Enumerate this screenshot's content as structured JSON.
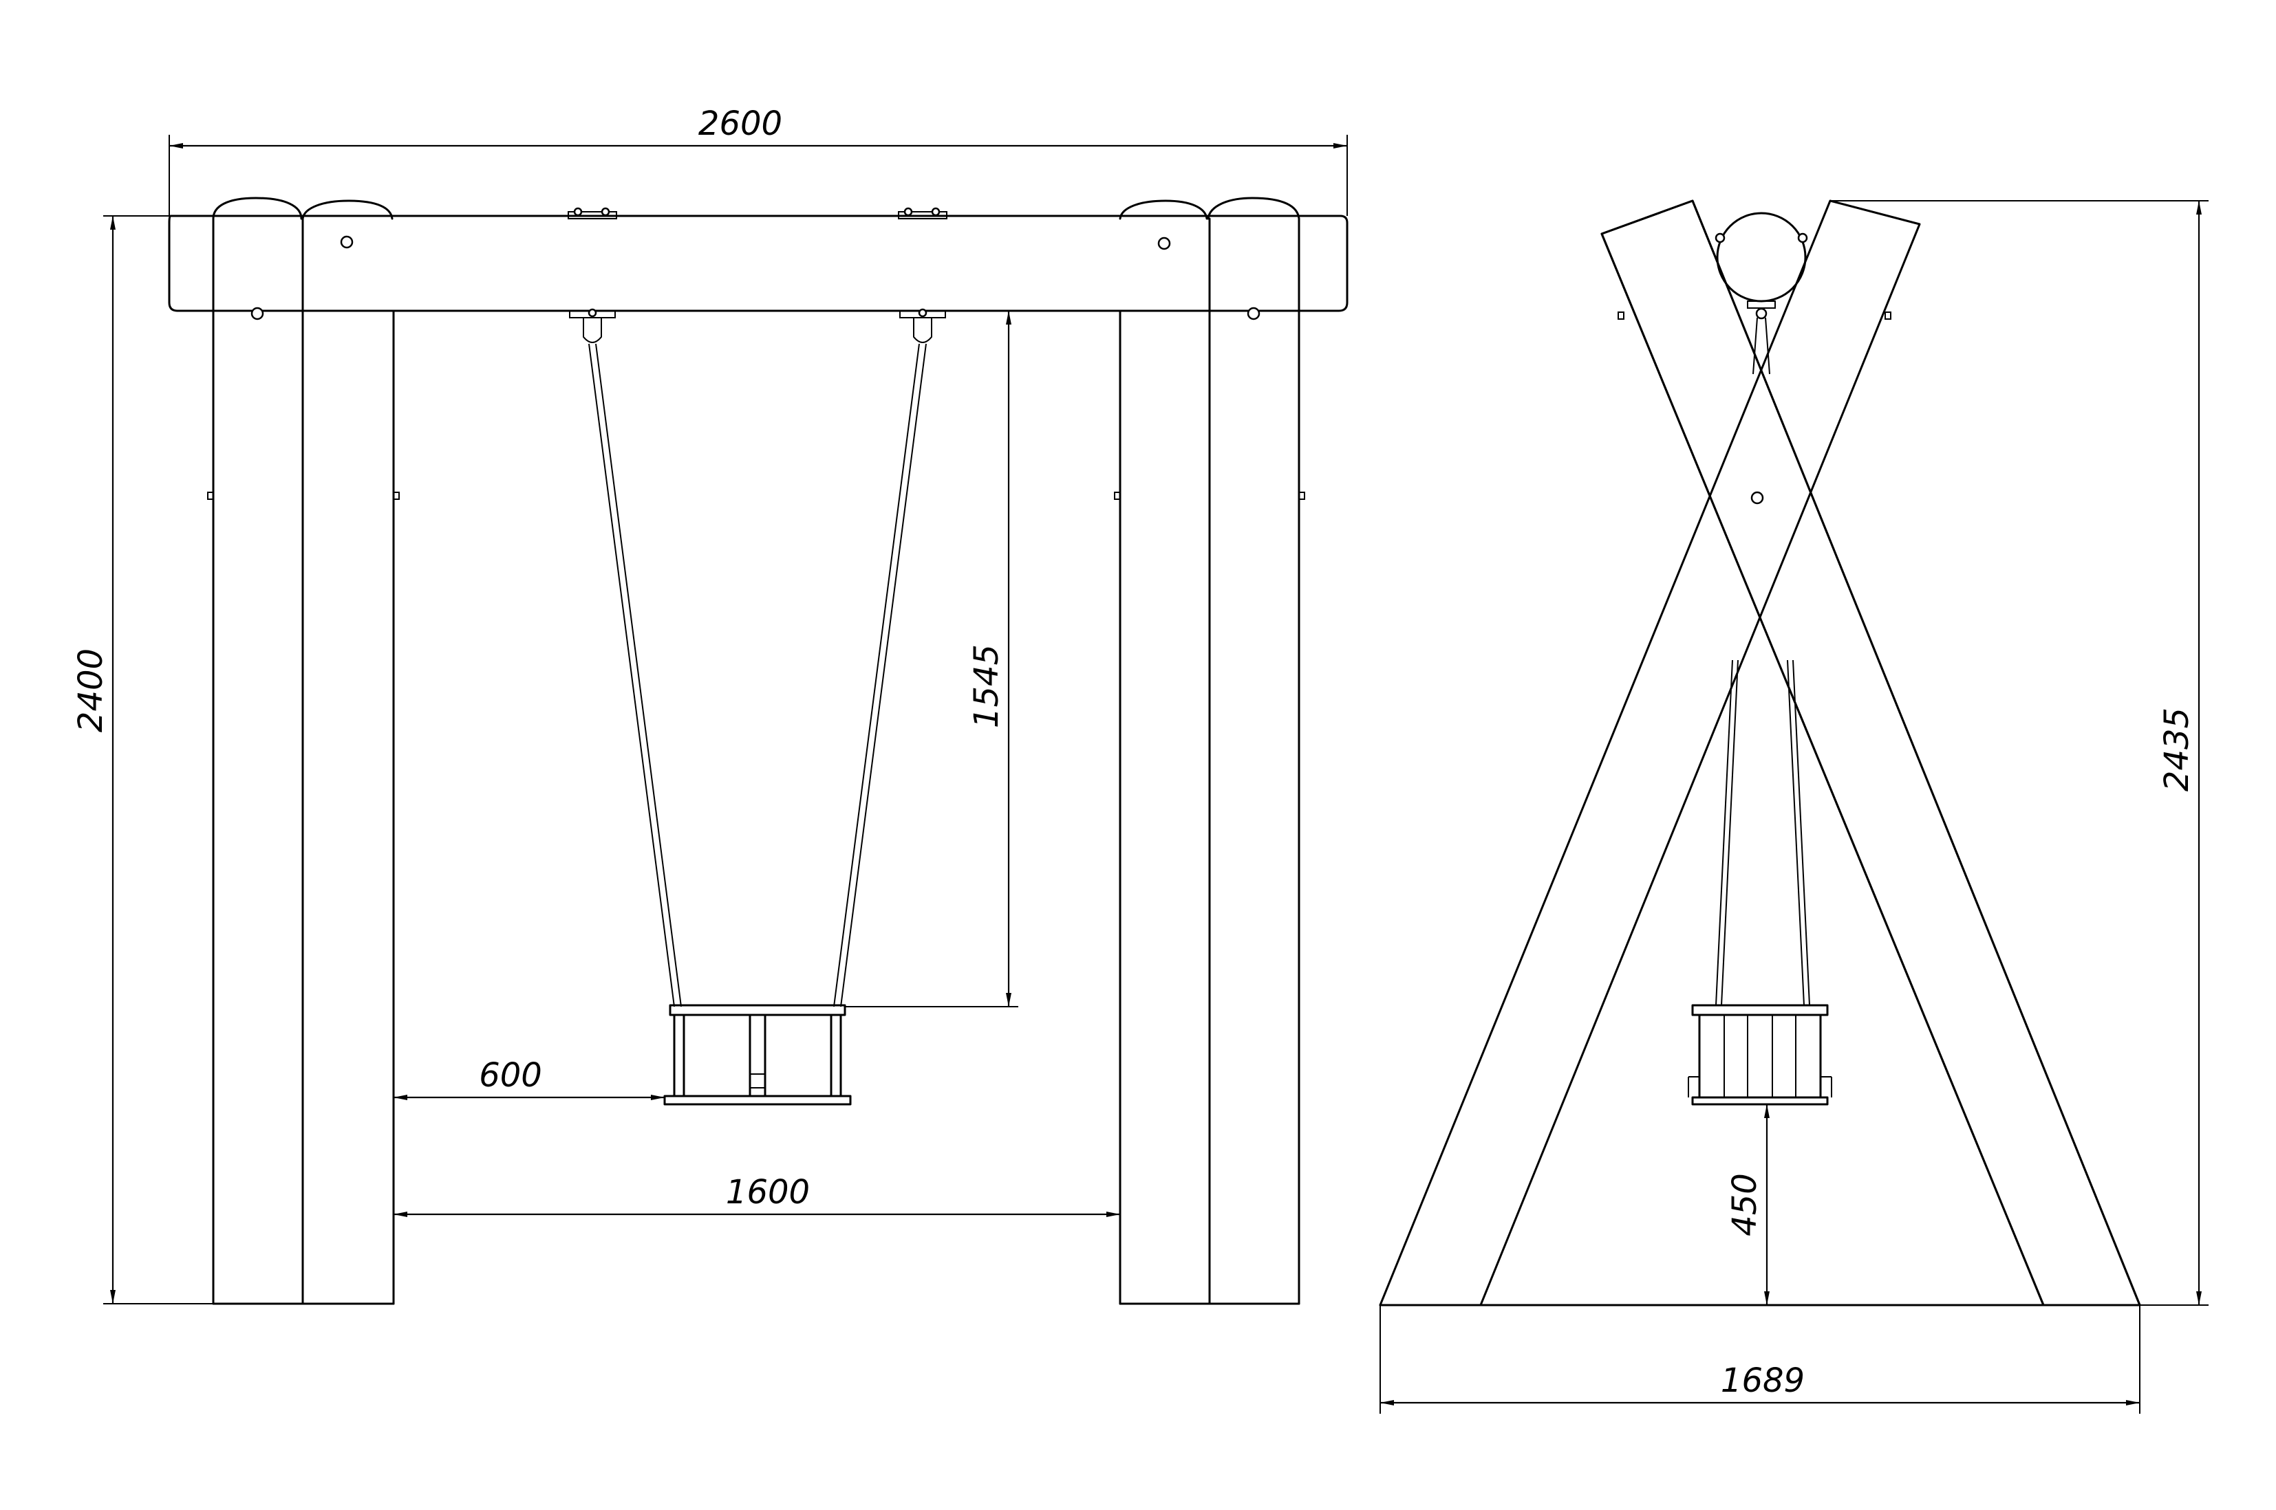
{
  "front_view": {
    "dimensions": {
      "overall_width": "2600",
      "overall_height": "2400",
      "rope_length": "1545",
      "seat_offset": "600",
      "inner_span": "1600"
    }
  },
  "side_view": {
    "dimensions": {
      "overall_height": "2435",
      "base_width": "1689",
      "seat_height": "450"
    }
  }
}
